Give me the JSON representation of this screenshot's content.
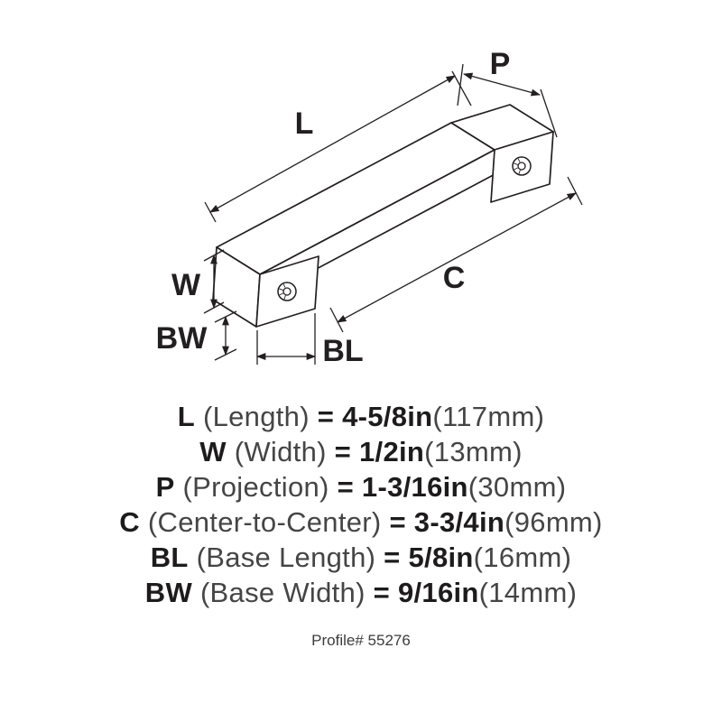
{
  "diagram": {
    "labels": {
      "length": "L",
      "projection": "P",
      "width": "W",
      "base_width": "BW",
      "base_length": "BL",
      "center": "C"
    }
  },
  "legend": {
    "rows": [
      {
        "abbr": "L",
        "label": "(Length)",
        "eq": "=",
        "value": "4-5/8in",
        "metric": "(117mm)"
      },
      {
        "abbr": "W",
        "label": "(Width)",
        "eq": "=",
        "value": "1/2in",
        "metric": "(13mm)"
      },
      {
        "abbr": "P",
        "label": "(Projection)",
        "eq": "=",
        "value": "1-3/16in",
        "metric": "(30mm)"
      },
      {
        "abbr": "C",
        "label": "(Center-to-Center)",
        "eq": "=",
        "value": "3-3/4in",
        "metric": "(96mm)"
      },
      {
        "abbr": "BL",
        "label": "(Base Length)",
        "eq": "=",
        "value": "5/8in",
        "metric": "(16mm)"
      },
      {
        "abbr": "BW",
        "label": "(Base Width)",
        "eq": "=",
        "value": "9/16in",
        "metric": "(14mm)"
      }
    ]
  },
  "footer": {
    "profile": "Profile# 55276"
  },
  "colors": {
    "ink": "#231f20",
    "light": "#454545",
    "background": "#ffffff"
  }
}
